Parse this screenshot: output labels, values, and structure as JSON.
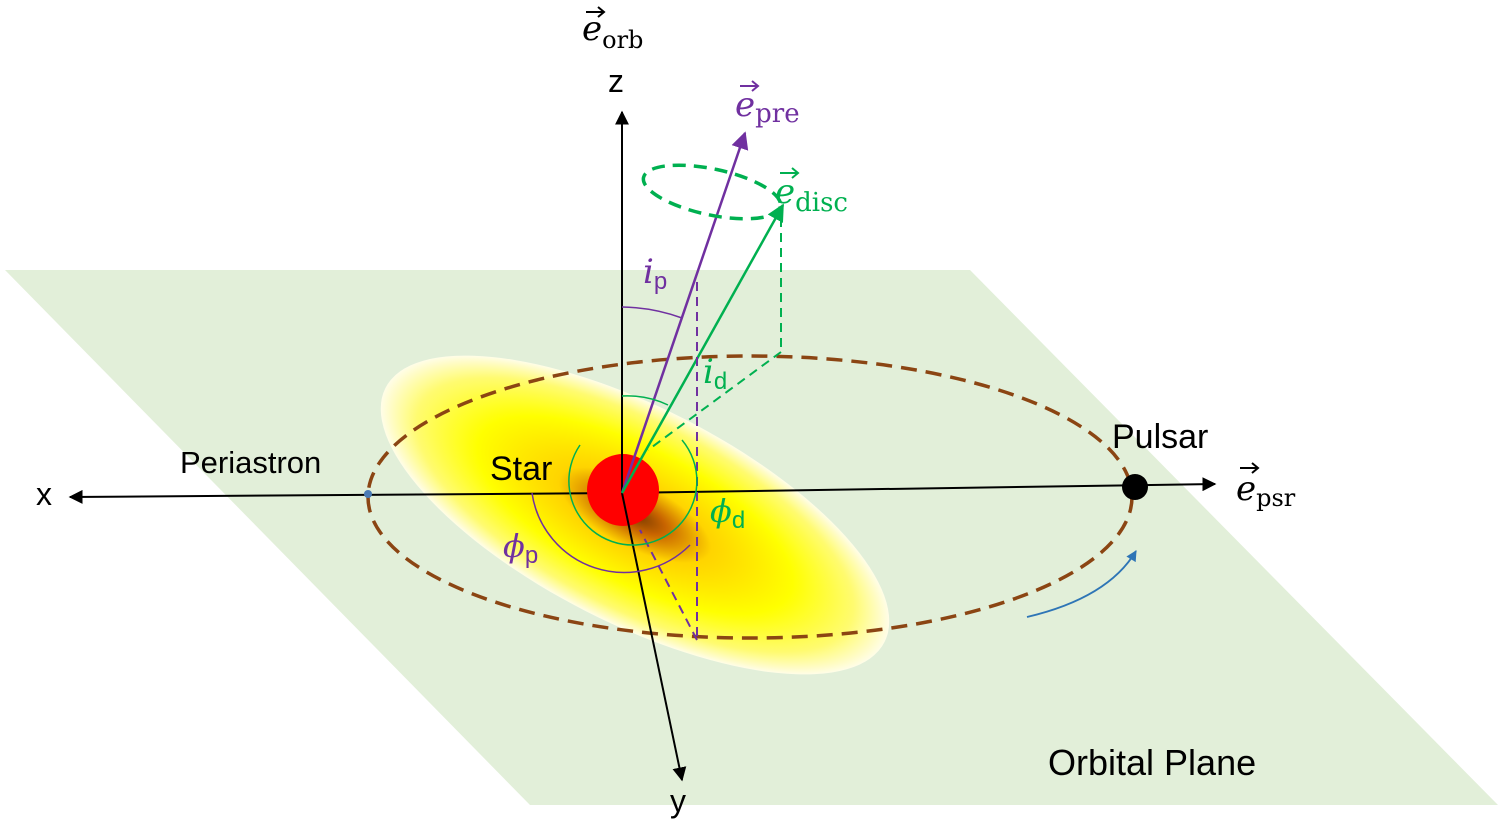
{
  "labels": {
    "axis_z": "z",
    "axis_x": "x",
    "axis_y": "y",
    "e_orb_base": "e",
    "e_orb_sub": "orb",
    "e_pre_base": "e",
    "e_pre_sub": "pre",
    "e_disc_base": "e",
    "e_disc_sub": "disc",
    "e_psr_base": "e",
    "e_psr_sub": "psr",
    "i_p_base": "i",
    "i_p_sub": "p",
    "i_d_base": "i",
    "i_d_sub": "d",
    "phi_d_base": "ϕ",
    "phi_d_sub": "d",
    "phi_p_base": "ϕ",
    "phi_p_sub": "p",
    "periastron": "Periastron",
    "star": "Star",
    "pulsar": "Pulsar",
    "orbital_plane": "Orbital Plane"
  },
  "colors": {
    "plane": "#e2efd9",
    "orbit": "#8b4513",
    "disc": "#ffff00",
    "star": "#ff0000",
    "precession": "#7030a0",
    "disc_axis": "#00b050",
    "arc_p": "#7030a0",
    "arc_d": "#00b050",
    "orbit_direction_arrow": "#2e75b6",
    "axes": "#000000",
    "pulsar": "#000000",
    "periastron_marker": "#4a7ab5"
  }
}
